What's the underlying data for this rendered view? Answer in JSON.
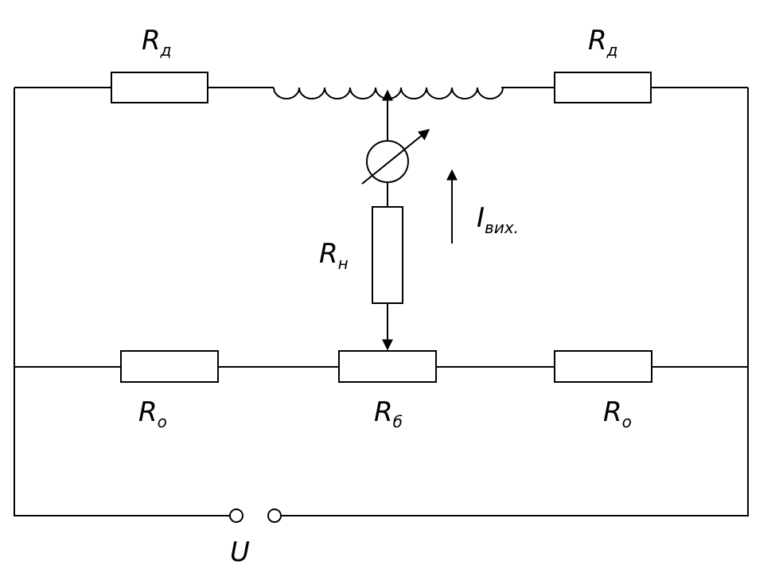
{
  "labels": {
    "rd_left": {
      "main": "R",
      "sub": "д"
    },
    "rd_right": {
      "main": "R",
      "sub": "д"
    },
    "rn": {
      "main": "R",
      "sub": "н"
    },
    "ro_left": {
      "main": "R",
      "sub": "о"
    },
    "rb": {
      "main": "R",
      "sub": "б"
    },
    "ro_right": {
      "main": "R",
      "sub": "о"
    },
    "iout": {
      "main": "I",
      "sub": "вих."
    },
    "u": {
      "main": "U"
    }
  }
}
